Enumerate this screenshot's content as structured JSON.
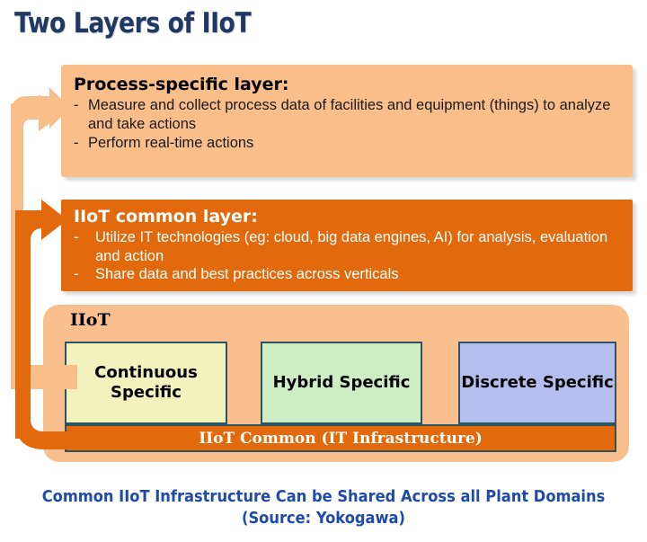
{
  "title": "Two Layers of IIoT",
  "colors": {
    "title_navy": "#1f3864",
    "light_orange": "#f9be8a",
    "dark_orange": "#e2690c",
    "caption_blue": "#1f4aa8",
    "box_border_teal": "#2c5360",
    "continuous_yellow": "#f2f2bf",
    "hybrid_green": "#cdeec4",
    "discrete_purple": "#b4bff0"
  },
  "process_layer": {
    "heading": "Process-specific layer:",
    "bullets": [
      {
        "mark": "-",
        "text": "Measure and collect process data of facilities and equipment (things) to analyze and take actions"
      },
      {
        "mark": "-",
        "text": "Perform real-time actions"
      }
    ]
  },
  "common_layer": {
    "heading": "IIoT common layer:",
    "bullets": [
      {
        "mark": "-",
        "text": "Utilize IT technologies (eg: cloud, big data engines, AI) for analysis, evaluation and action"
      },
      {
        "mark": "-",
        "text": "Share data and best practices across verticals"
      }
    ]
  },
  "iiot_panel": {
    "label": "IIoT",
    "domains": [
      {
        "label": "Continuous Specific"
      },
      {
        "label": "Hybrid Specific"
      },
      {
        "label": "Discrete Specific"
      }
    ],
    "common_bar": "IIoT Common (IT Infrastructure)"
  },
  "arrows": [
    {
      "name": "process-layer-arrow",
      "color": "#f9be8a",
      "from": "Continuous Specific box",
      "to": "Process-specific layer box"
    },
    {
      "name": "common-layer-arrow",
      "color": "#e2690c",
      "from": "IIoT Common bar",
      "to": "IIoT common layer box"
    }
  ],
  "caption": {
    "line1": "Common IIoT Infrastructure Can be Shared Across all Plant Domains",
    "line2": "(Source: Yokogawa)"
  }
}
